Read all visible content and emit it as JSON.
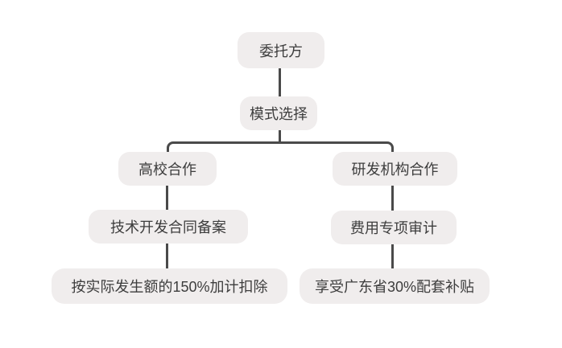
{
  "diagram": {
    "type": "flowchart",
    "colors": {
      "canvas_bg": "#ffffff",
      "node_bg": "#f0eded",
      "line": "#4a4a4a",
      "text": "#3d3d3d"
    },
    "nodes": {
      "root": "委托方",
      "mode": "模式选择",
      "left": {
        "option": "高校合作",
        "step": "技术开发合同备案",
        "result": "按实际发生额的150%加计扣除"
      },
      "right": {
        "option": "研发机构合作",
        "step": "费用专项审计",
        "result": "享受广东省30%配套补贴"
      }
    },
    "edges": [
      {
        "from": "委托方",
        "to": "模式选择"
      },
      {
        "from": "模式选择",
        "to": "高校合作"
      },
      {
        "from": "模式选择",
        "to": "研发机构合作"
      },
      {
        "from": "高校合作",
        "to": "技术开发合同备案"
      },
      {
        "from": "技术开发合同备案",
        "to": "按实际发生额的150%加计扣除"
      },
      {
        "from": "研发机构合作",
        "to": "费用专项审计"
      },
      {
        "from": "费用专项审计",
        "to": "享受广东省30%配套补贴"
      }
    ]
  }
}
